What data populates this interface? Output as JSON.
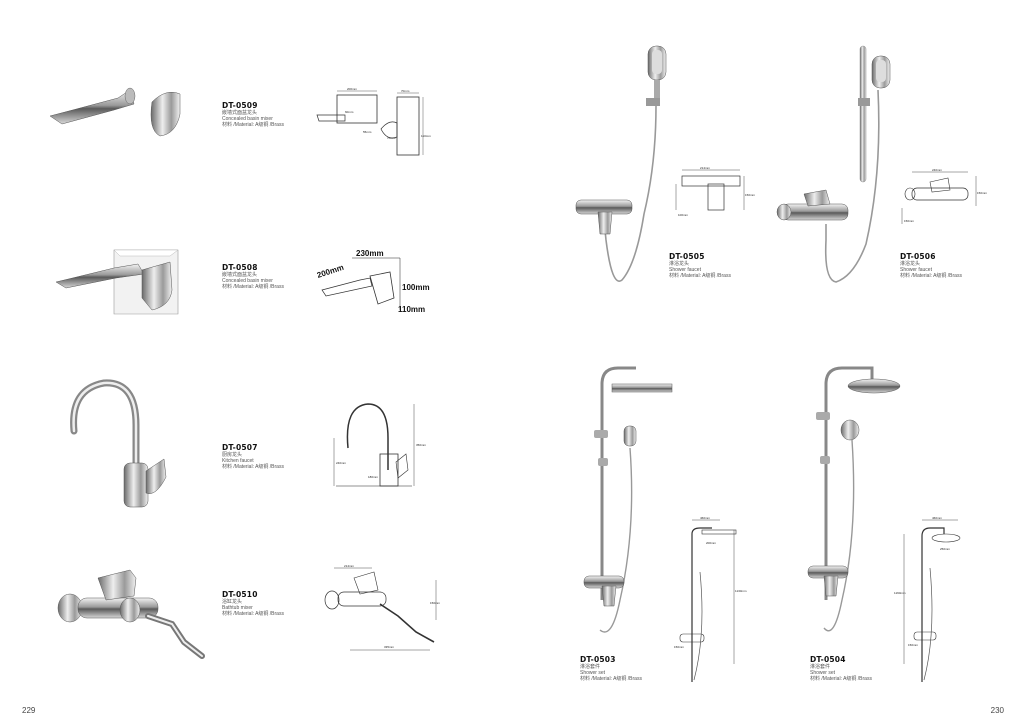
{
  "products": [
    {
      "id": "p0509",
      "model": "DT-0509",
      "cn": "嵌墙式面盆龙头",
      "en": "Concealed basin mixer",
      "material": "材料 /Material: A级铜 /Brass",
      "dims": [
        "200mm",
        "60mm",
        "70mm",
        "55mm",
        "110mm",
        "70mm"
      ]
    },
    {
      "id": "p0508",
      "model": "DT-0508",
      "cn": "嵌墙式面盆龙头",
      "en": "Concealed basin mixer",
      "material": "材料 /Material: A级铜 /Brass",
      "dims": [
        "230mm",
        "200mm",
        "100mm",
        "110mm"
      ]
    },
    {
      "id": "p0507",
      "model": "DT-0507",
      "cn": "厨房龙头",
      "en": "Kitchen faucet",
      "material": "材料 /Material: A级铜 /Brass",
      "dims": [
        "240mm",
        "350mm",
        "180mm"
      ]
    },
    {
      "id": "p0510",
      "model": "DT-0510",
      "cn": "浴缸龙头",
      "en": "Bathtub mixer",
      "material": "材料 /Material: A级铜 /Brass",
      "dims": [
        "214mm",
        "150mm",
        "335mm"
      ]
    },
    {
      "id": "p0505",
      "model": "DT-0505",
      "cn": "淋浴龙头",
      "en": "Shower faucet",
      "material": "材料 /Material: A级铜 /Brass",
      "dims": [
        "214mm",
        "150mm",
        "100mm"
      ]
    },
    {
      "id": "p0506",
      "model": "DT-0506",
      "cn": "淋浴龙头",
      "en": "Shower faucet",
      "material": "材料 /Material: A级铜 /Brass",
      "dims": [
        "240mm",
        "150mm",
        "150mm"
      ]
    },
    {
      "id": "p0503",
      "model": "DT-0503",
      "cn": "淋浴套件",
      "en": "Shower set",
      "material": "材料 /Material: A级铜 /Brass",
      "dims": [
        "460mm",
        "200mm",
        "1130mm",
        "150mm"
      ]
    },
    {
      "id": "p0504",
      "model": "DT-0504",
      "cn": "淋浴套件",
      "en": "Shower set",
      "material": "材料 /Material: A级铜 /Brass",
      "dims": [
        "460mm",
        "250mm",
        "1160mm",
        "150mm"
      ]
    }
  ],
  "page_left": "229",
  "page_right": "230"
}
